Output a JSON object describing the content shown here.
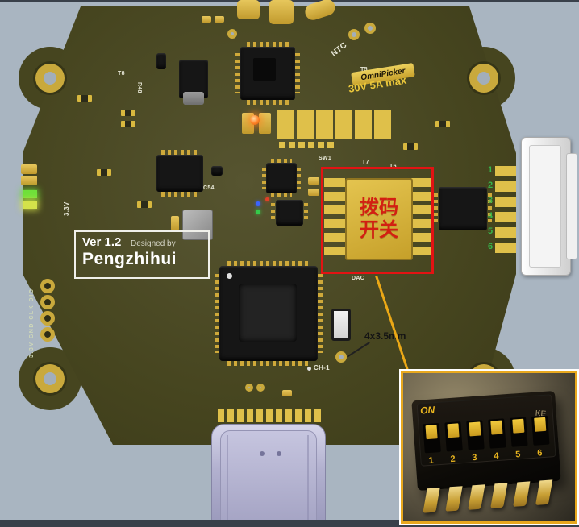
{
  "board": {
    "silk": {
      "t8": "T8",
      "r48": "R48",
      "t5": "T5",
      "ntc": "NTC",
      "sw1": "SW1",
      "t7": "T7",
      "t6": "T6",
      "c54": "C54",
      "v33": "3.3V",
      "dac": "DAC",
      "ch1": "CH-1",
      "header_pins": "3.3V GND CLK DIO"
    },
    "badge": {
      "logo": "OmniPicker",
      "rating": "30V 5A max"
    },
    "version": {
      "ver": "Ver 1.2",
      "designed_by": "Designed by",
      "name": "Pengzhihui"
    }
  },
  "annotation": {
    "dip_line1": "拨码",
    "dip_line2": "开关",
    "hole_note": "4x3.5mm"
  },
  "right_connector": {
    "pins": [
      "1",
      "2",
      "3",
      "4",
      "5",
      "6"
    ]
  },
  "inset": {
    "on_label": "ON",
    "ke_label": "KE",
    "pins": [
      "1",
      "2",
      "3",
      "4",
      "5",
      "6"
    ]
  },
  "colors": {
    "background": "#a9b5c1",
    "board_olive": "#46451f",
    "pad_gold": "#dfc04a",
    "silkscreen": "#e8e8d8",
    "annotation_red": "#e31313",
    "dip_text_red": "#d31f12",
    "callout_orange": "#eba816",
    "rating_yellow": "#eac73b",
    "pin_number_green": "#37b44a",
    "usb_lavender": "#b2b1cf",
    "inset_frame": "#e8a81e"
  }
}
